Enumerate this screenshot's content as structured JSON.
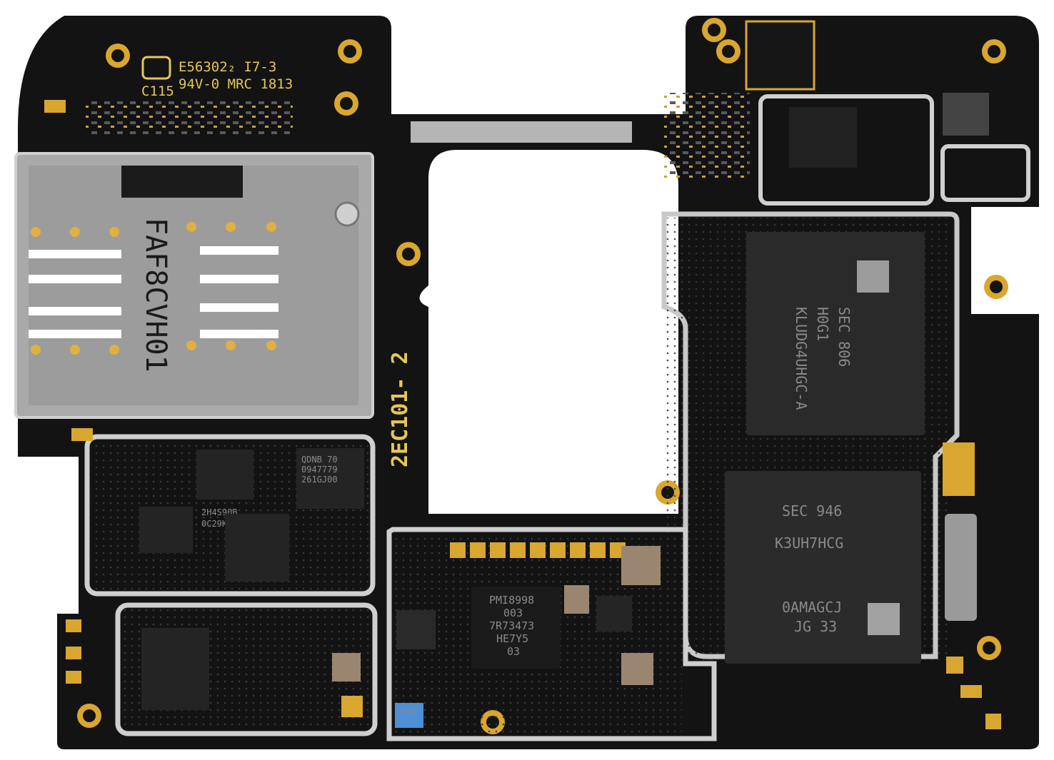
{
  "silkscreen": {
    "ul_line1": "E56302₂ I7-3",
    "ul_line2a": "C115",
    "ul_line2b": "94V-0 MRC 1813",
    "sim_marking": "FAF8CVH01",
    "board_id": "2EC101- 2"
  },
  "chips": {
    "pmic": {
      "l1": "PMI8998",
      "l2": "003",
      "l3": "7R73473",
      "l4": "HE7Y5",
      "l5": "03"
    },
    "ram": {
      "l1": "SEC 946",
      "l2": "K3UH7HCG",
      "l3": "0AMAGCJ",
      "l4": "JG 33"
    },
    "flash": {
      "l1": "SEC 806",
      "l2": "H0G1",
      "l3": "KLUDG4UHGC-A"
    },
    "rf_a": {
      "l1": "QDNB 70",
      "l2": "0947779",
      "l3": "261GJ00"
    },
    "rf_b": {
      "l1": "2H4S90B",
      "l2": "0C29K0D"
    },
    "small_label": "PDENT"
  },
  "colors": {
    "pcb": "#141414",
    "gold": "#d9a630",
    "shield": "#b8b8b8",
    "chip": "#2a2a2a"
  }
}
